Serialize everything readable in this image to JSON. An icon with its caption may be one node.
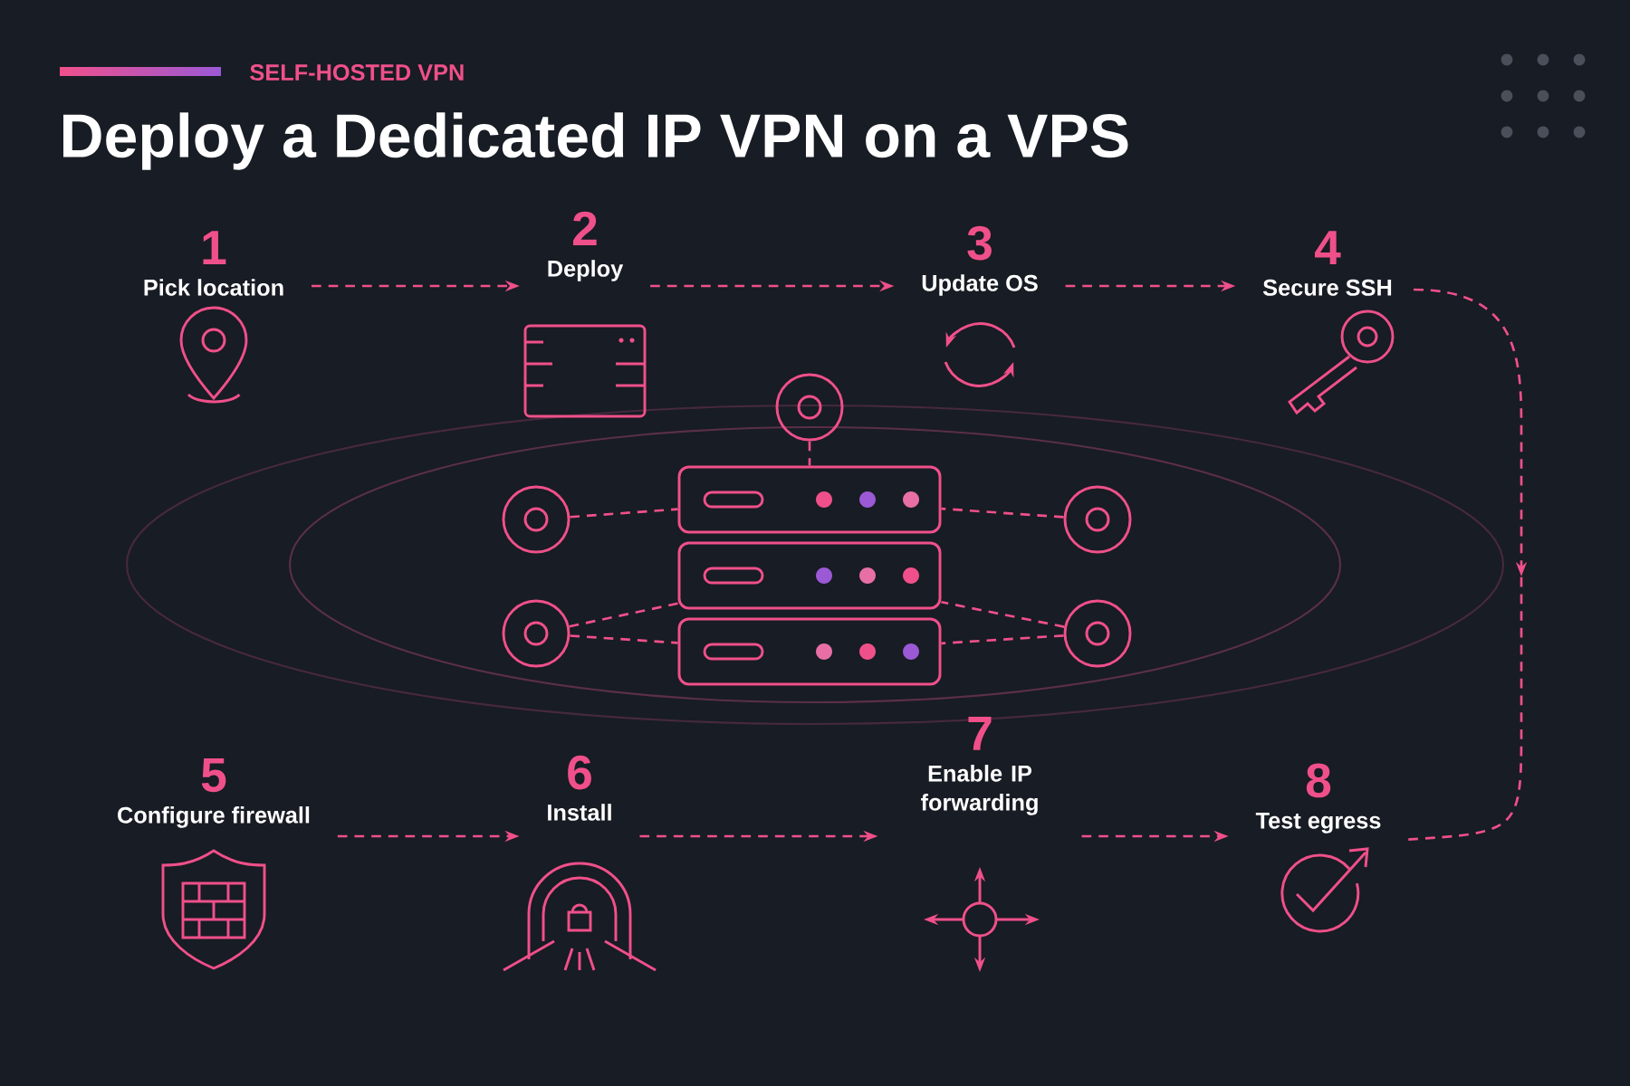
{
  "diagram": {
    "title": "Deploy a Dedicated IP VPN on a VPS",
    "nodes": [
      {
        "text": [
          "1",
          "Pick location"
        ]
      },
      {
        "text": [
          "2",
          "Deploy"
        ]
      },
      {
        "text": [
          "3",
          "Update OS"
        ]
      },
      {
        "text": [
          "4",
          "Secure SSH"
        ]
      },
      {
        "text": [
          "5",
          "Configure firewall"
        ]
      },
      {
        "text": [
          "6",
          "Install"
        ]
      },
      {
        "text": [
          "7",
          "Enable IP forwarding"
        ]
      },
      {
        "text": [
          "8",
          "Test egress"
        ]
      },
      {
        "text": [],
        "shape": "circle"
      },
      {
        "text": [],
        "shape": "circle"
      },
      {
        "text": [],
        "shape": "circle"
      },
      {
        "text": [],
        "shape": "circle"
      },
      {
        "text": [],
        "shape": "circle"
      },
      {
        "text": [],
        "shape": "box"
      },
      {
        "text": [],
        "shape": "box"
      },
      {
        "text": [],
        "shape": "box"
      }
    ],
    "edges": [
      {
        "from": 0,
        "to": 1,
        "arrow": "to",
        "style": "dashed"
      },
      {
        "from": 1,
        "to": 2,
        "arrow": "to",
        "style": "dashed"
      },
      {
        "from": 2,
        "to": 3,
        "arrow": "to",
        "style": "dashed"
      },
      {
        "from": 3,
        "to": 7,
        "arrow": "to",
        "style": "dashed"
      },
      {
        "from": 4,
        "to": 5,
        "arrow": "to",
        "style": "dashed"
      },
      {
        "from": 5,
        "to": 6,
        "arrow": "to",
        "style": "dashed"
      },
      {
        "from": 6,
        "to": 7,
        "arrow": "to",
        "style": "dashed"
      },
      {
        "from": 8,
        "to": 13,
        "arrow": "none",
        "style": "dashed"
      },
      {
        "from": 9,
        "to": 13,
        "arrow": "none",
        "style": "dashed"
      },
      {
        "from": 11,
        "to": 13,
        "arrow": "none",
        "style": "dashed"
      },
      {
        "from": 10,
        "to": 14,
        "arrow": "none",
        "style": "dashed"
      },
      {
        "from": 10,
        "to": 15,
        "arrow": "none",
        "style": "dashed"
      },
      {
        "from": 12,
        "to": 14,
        "arrow": "none",
        "style": "dashed"
      },
      {
        "from": 12,
        "to": 15,
        "arrow": "none",
        "style": "dashed"
      }
    ],
    "labels": [
      "SELF-HOSTED VPN"
    ]
  }
}
